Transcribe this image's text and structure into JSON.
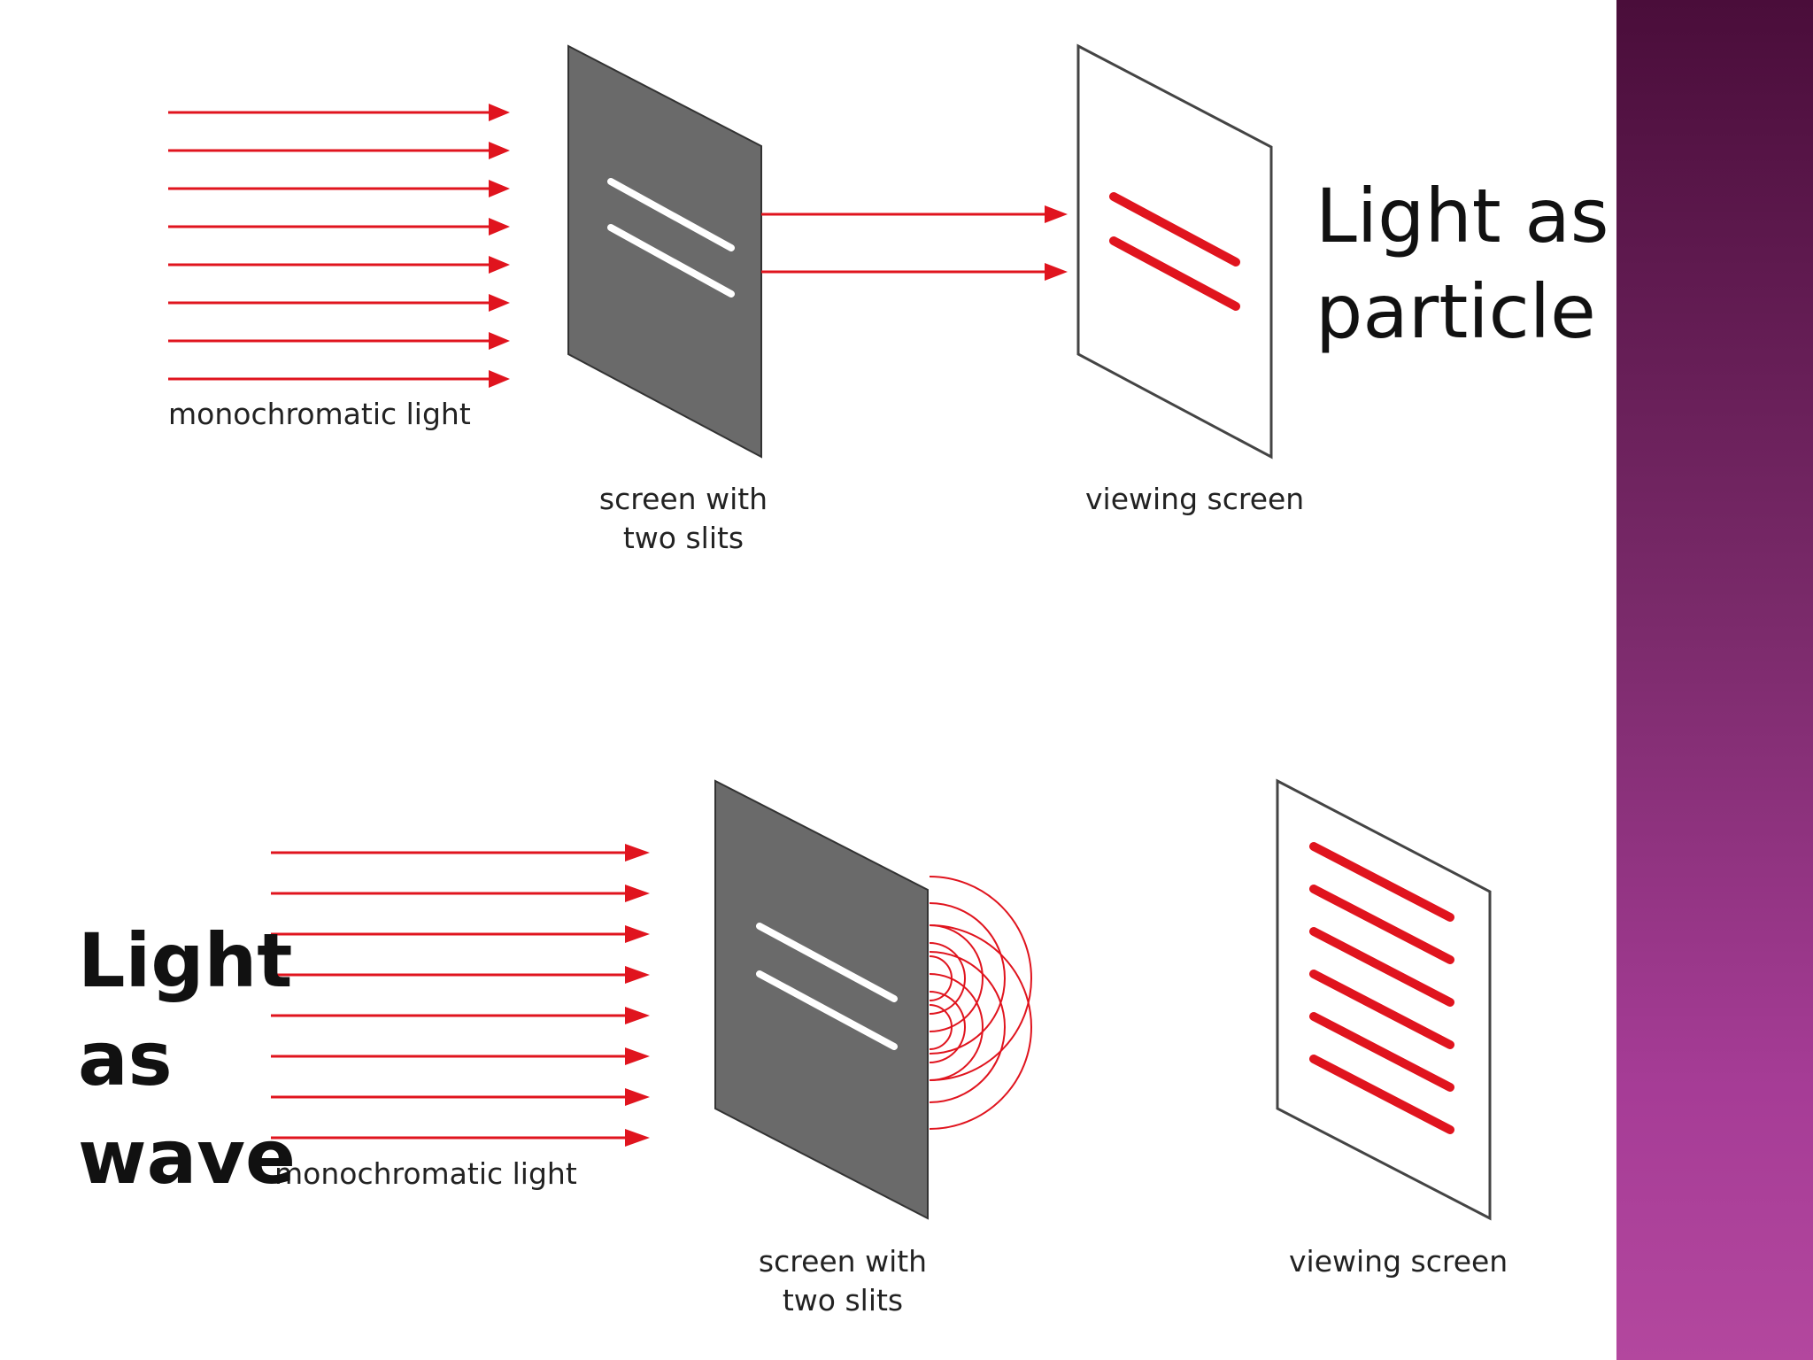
{
  "particle_panel": {
    "title_lines": [
      "Light as",
      "particle"
    ],
    "source_label": "monochromatic light",
    "slit_screen_label_lines": [
      "screen with",
      "two slits"
    ],
    "viewing_screen_label": "viewing screen"
  },
  "wave_panel": {
    "title_lines": [
      "Light",
      "as",
      "wave"
    ],
    "source_label": "monochromatic light",
    "slit_screen_label_lines": [
      "screen with",
      "two slits"
    ],
    "viewing_screen_label": "viewing screen"
  },
  "colors": {
    "ray": "#e0141e",
    "slit_screen": "#6a6a6a",
    "slit": "#ffffff",
    "sidebar_top": "#4a0d3a",
    "sidebar_bottom": "#b3479e"
  }
}
